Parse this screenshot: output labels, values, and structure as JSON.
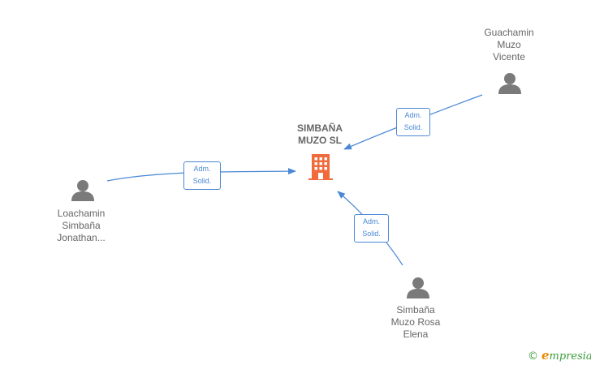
{
  "company": {
    "name": "SIMBAÑA\nMUZO  SL",
    "icon": "building-icon",
    "color": "#f06a3b"
  },
  "persons": [
    {
      "id": "guachamin",
      "name": "Guachamin\nMuzo\nVicente",
      "icon": "person-icon"
    },
    {
      "id": "loachamin",
      "name": "Loachamin\nSimbaña\nJonathan...",
      "icon": "person-icon"
    },
    {
      "id": "simbana",
      "name": "Simbaña\nMuzo Rosa\nElena",
      "icon": "person-icon"
    }
  ],
  "edges": [
    {
      "from": "guachamin",
      "label": "Adm.\nSolid."
    },
    {
      "from": "loachamin",
      "label": "Adm.\nSolid."
    },
    {
      "from": "simbana",
      "label": "Adm.\nSolid."
    }
  ],
  "colors": {
    "edge": "#4a88d6",
    "person": "#7a7a7a",
    "text": "#666666"
  },
  "brand": {
    "copyright": "©",
    "initial": "e",
    "rest": "mpresia"
  }
}
